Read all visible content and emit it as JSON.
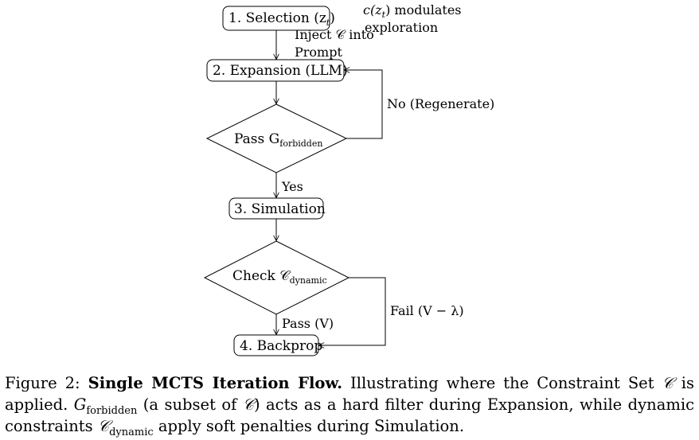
{
  "diagram": {
    "nodes": {
      "selection": "1. Selection (z",
      "selection_sub": "t",
      "selection_close": ")",
      "expansion": "2. Expansion (LLM)",
      "pass_gate_main": "Pass G",
      "pass_gate_sub": "forbidden",
      "simulation": "3. Simulation",
      "check_main": "Check 𝒞",
      "check_sub": "dynamic",
      "backprop": "4. Backprop"
    },
    "labels": {
      "modulates_line1": "c(z",
      "modulates_sub": "t",
      "modulates_line1_end": ") modulates",
      "modulates_line2": "exploration",
      "inject_line1": "Inject 𝒞 into",
      "inject_line2": "Prompt",
      "no_regenerate": "No (Regenerate)",
      "yes": "Yes",
      "pass_v": "Pass (V)",
      "fail": "Fail (V − λ)"
    }
  },
  "caption": {
    "prefix": "Figure 2: ",
    "bold": "Single MCTS Iteration Flow.",
    "text1": " Illustrating where the Constraint Set ",
    "c1": "𝒞",
    "text2": " is applied. ",
    "g": "G",
    "g_sub": "forbidden",
    "text3": " (a subset of ",
    "c2": "𝒞",
    "text4": ") acts as a hard filter during Expansion, while dynamic constraints ",
    "c3": "𝒞",
    "c3_sub": "dynamic",
    "text5": " apply soft penalties during Simulation."
  }
}
